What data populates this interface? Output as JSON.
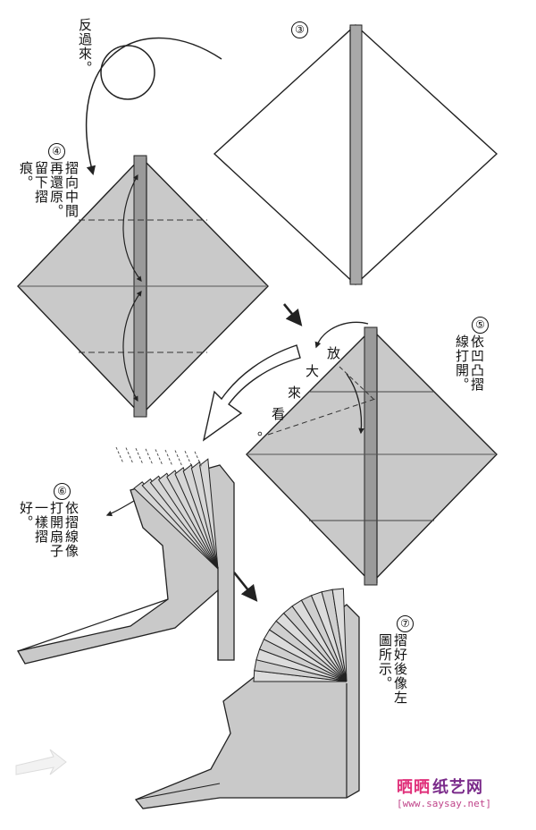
{
  "steps": [
    {
      "id": "3",
      "num": "③"
    },
    {
      "id": "4",
      "num": "④",
      "text": "摺向中間再還原。留下摺痕。"
    },
    {
      "id": "5",
      "num": "⑤",
      "text": "依凹凸摺線打開。"
    },
    {
      "id": "6",
      "num": "⑥",
      "text": "依摺線像打開扇子一樣摺好。"
    },
    {
      "id": "7",
      "num": "⑦",
      "text": "摺好後像左圖所示。"
    }
  ],
  "flip_note": "反過來。",
  "zoom_note": {
    "c1": "放",
    "c2": "大",
    "c3": "來",
    "c4": "看",
    "c5": "。"
  },
  "watermark": {
    "part1": "晒晒",
    "part2": "纸艺网",
    "url": "[www.saysay.net]",
    "color1": "#e0307a",
    "color2": "#7a2a8a"
  },
  "colors": {
    "paper_gray": "#c9c9c9",
    "paper_white": "#ffffff",
    "line": "#222222",
    "edge_dark": "#8a8a8a"
  }
}
